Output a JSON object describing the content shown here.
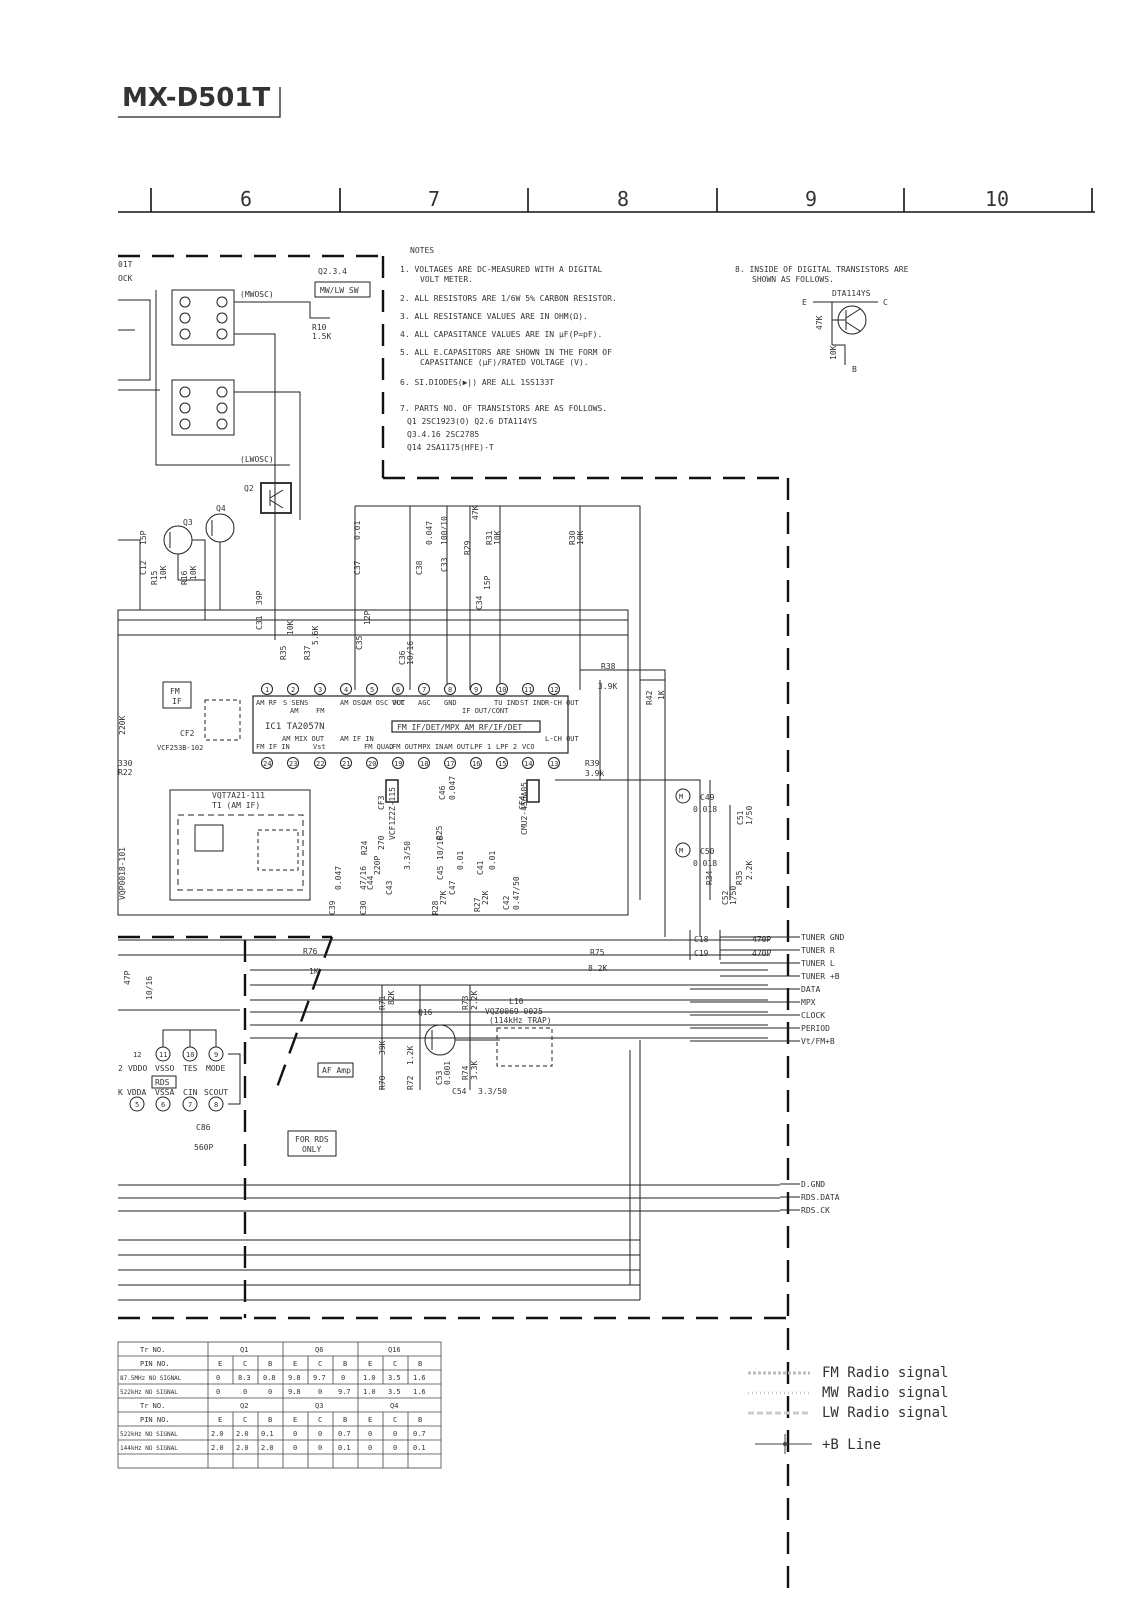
{
  "model": "MX-D501T",
  "grid_columns": [
    "6",
    "7",
    "8",
    "9",
    "10"
  ],
  "notes": {
    "title": "NOTES",
    "items": [
      "1. VOLTAGES ARE DC-MEASURED WITH A DIGITAL",
      "VOLT METER.",
      "2. ALL RESISTORS ARE 1/6W 5% CARBON RESISTOR.",
      "3. ALL RESISTANCE VALUES ARE IN OHM(Ω).",
      "4. ALL CAPASITANCE VALUES ARE IN μF(P=pF).",
      "5. ALL E.CAPASITORS ARE SHOWN IN THE FORM OF",
      "CAPASITANCE (μF)/RATED VOLTAGE (V).",
      "6. SI.DIODES(▶|) ARE ALL 1SS133T",
      "7. PARTS NO. OF TRANSISTORS ARE AS FOLLOWS.",
      "Q1           2SC1923(O)     Q2.6    DTA114YS",
      "Q3.4.16    2SC2785",
      "Q14          2SA1175(HFE)-T"
    ],
    "note8": [
      "8. INSIDE OF DIGITAL TRANSISTORS ARE",
      "SHOWN AS FOLLOWS."
    ],
    "dta": {
      "name": "DTA114YS",
      "e": "E",
      "c": "C",
      "b": "B",
      "r1": "47K",
      "r2": "10K"
    }
  },
  "ic": {
    "name": "IC1 TA2057N",
    "inner_box": "FM IF/DET/MPX   AM RF/IF/DET",
    "top_pins": [
      {
        "num": "1",
        "label": "AM RF"
      },
      {
        "num": "2",
        "label": "S SENS"
      },
      {
        "num": "3",
        "label": "FM"
      },
      {
        "num": "4",
        "label": "AM OSC"
      },
      {
        "num": "5",
        "label": "AM OSC OUT"
      },
      {
        "num": "6",
        "label": "VCC"
      },
      {
        "num": "7",
        "label": "AGC"
      },
      {
        "num": "8",
        "label": "GND"
      },
      {
        "num": "9",
        "label": "IF OUT/CONT"
      },
      {
        "num": "10",
        "label": "TU IND"
      },
      {
        "num": "11",
        "label": "ST IND"
      },
      {
        "num": "12",
        "label": "R-CH OUT"
      }
    ],
    "top_sub": "AM",
    "bottom_pins": [
      {
        "num": "24",
        "label": "FM IF IN"
      },
      {
        "num": "23",
        "label": "AM MIX OUT"
      },
      {
        "num": "22",
        "label": "Vst"
      },
      {
        "num": "21",
        "label": "AM IF IN"
      },
      {
        "num": "20",
        "label": "FM QUAD"
      },
      {
        "num": "19",
        "label": "FM OUT"
      },
      {
        "num": "18",
        "label": "MPX IN"
      },
      {
        "num": "17",
        "label": "AM OUT"
      },
      {
        "num": "16",
        "label": "LPF 1"
      },
      {
        "num": "15",
        "label": "LPF 2"
      },
      {
        "num": "14",
        "label": "VCO"
      },
      {
        "num": "13",
        "label": "L-CH OUT"
      }
    ]
  },
  "components": [
    "Q2.3.4",
    "MW/LW SW",
    "(MWOSC)",
    "(LWOSC)",
    "R10",
    "1.5K",
    "Q2",
    "Q3",
    "Q4",
    "C12",
    "15P",
    "R15",
    "10K",
    "R16",
    "10K",
    "C37",
    "0.01",
    "C38",
    "0.047",
    "C33",
    "100/10",
    "R29",
    "47K",
    "R31",
    "10K",
    "R30",
    "10K",
    "C34",
    "15P",
    "C31",
    "39P",
    "R35",
    "10K",
    "R37",
    "5.6K",
    "C35",
    "12P",
    "C36",
    "10/16",
    "R38",
    "3.9K",
    "R42",
    "1K",
    "FM",
    "IF",
    "CF2",
    "VCF253B-102",
    "VQT7A21-111",
    "T1 (AM IF)",
    "CF3",
    "VCF1Z2Z-115",
    "CF4",
    "CMU2-456A05",
    "R24",
    "270",
    "C44",
    "220P",
    "C43",
    "3.3/50",
    "C45",
    "10/16",
    "C46",
    "0.047",
    "C41",
    "0.01",
    "R25",
    "R28",
    "27K",
    "R27",
    "22K",
    "C42",
    "0.47/50",
    "C39",
    "0.047",
    "C30",
    "47/16",
    "C47",
    "0.01",
    "R39",
    "3.9k",
    "C49",
    "0.018",
    "C50",
    "0.018",
    "C51",
    "1/50",
    "R34",
    "R35",
    "2.2K",
    "C52",
    "1/50",
    "R76",
    "1K",
    "R75",
    "8.2K",
    "C18",
    "470P",
    "C19",
    "470P",
    "R71",
    "82K",
    "R73",
    "2.2K",
    "Q16",
    "L10",
    "VQZ0069-0025",
    "(114kHz TRAP)",
    "R70",
    "39K",
    "R72",
    "1.2K",
    "C53",
    "0.001",
    "R74",
    "3.3K",
    "C54",
    "3.3/50",
    "AF Amp",
    "FOR RDS",
    "ONLY",
    "VQP0018-101",
    "R22",
    "330",
    "220K",
    "10/16",
    "47P",
    "C86",
    "560P",
    "RDS",
    "VDDO",
    "VSSO",
    "TES",
    "MODE",
    "VDDA",
    "VSSA",
    "CIN",
    "SCOUT",
    "2",
    "K",
    "12",
    "11",
    "10",
    "9",
    "5",
    "6",
    "7",
    "8"
  ],
  "connectors_right": [
    "TUNER GND",
    "TUNER R",
    "TUNER L",
    "TUNER +B",
    "DATA",
    "MPX",
    "CLOCK",
    "PERIOD",
    "Vt/FM+B"
  ],
  "connectors_lower": [
    "D.GND",
    "RDS.DATA",
    "RDS.CK"
  ],
  "left_edge_labels": [
    "01T",
    "OCK"
  ],
  "voltage_table": {
    "block1": {
      "header": [
        "Tr NO.",
        "Q1",
        "Q6",
        "Q16"
      ],
      "pins": [
        "PIN NO.",
        "E",
        "C",
        "B",
        "E",
        "C",
        "B",
        "E",
        "C",
        "B"
      ],
      "rows": [
        [
          "87.5MHz NO SIGNAL",
          "0",
          "8.3",
          "0.8",
          "9.8",
          "9.7",
          "0",
          "1.0",
          "3.5",
          "1.6"
        ],
        [
          "522kHz NO SIGNAL",
          "0",
          "0",
          "0",
          "9.8",
          "0",
          "9.7",
          "1.0",
          "3.5",
          "1.6"
        ]
      ]
    },
    "block2": {
      "header": [
        "Tr NO.",
        "Q2",
        "Q3",
        "Q4"
      ],
      "pins": [
        "PIN NO.",
        "E",
        "C",
        "B",
        "E",
        "C",
        "B",
        "E",
        "C",
        "B"
      ],
      "rows": [
        [
          "522kHz NO SIGNAL",
          "2.0",
          "2.0",
          "0.1",
          "0",
          "0",
          "0.7",
          "0",
          "0",
          "0.7"
        ],
        [
          "144kHz NO SIGNAL",
          "2.0",
          "2.0",
          "2.0",
          "0",
          "0",
          "0.1",
          "0",
          "0",
          "0.1"
        ]
      ]
    }
  },
  "legend": [
    {
      "label": "FM Radio signal"
    },
    {
      "label": "MW Radio signal"
    },
    {
      "label": "LW Radio signal"
    },
    {
      "label": "+B Line"
    }
  ]
}
